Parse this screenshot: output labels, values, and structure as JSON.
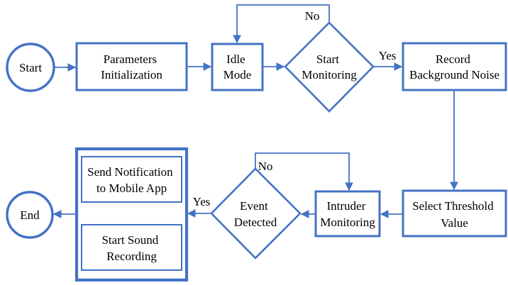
{
  "flowchart": {
    "colors": {
      "accent": "#4472C4",
      "text": "#000000",
      "background": "#ffffff"
    },
    "nodes": {
      "start": {
        "type": "terminator",
        "label": "Start"
      },
      "params_init": {
        "type": "process",
        "line1": "Parameters",
        "line2": "Initialization"
      },
      "idle_mode": {
        "type": "process",
        "line1": "Idle",
        "line2": "Mode"
      },
      "start_monitoring": {
        "type": "decision",
        "line1": "Start",
        "line2": "Monitoring"
      },
      "record_noise": {
        "type": "process",
        "line1": "Record",
        "line2": "Background Noise"
      },
      "select_threshold": {
        "type": "process",
        "line1": "Select Threshold",
        "line2": "Value"
      },
      "intruder_monitoring": {
        "type": "process",
        "line1": "Intruder",
        "line2": "Monitoring"
      },
      "event_detected": {
        "type": "decision",
        "line1": "Event",
        "line2": "Detected"
      },
      "send_notification": {
        "type": "process",
        "line1": "Send Notification",
        "line2": "to Mobile App"
      },
      "start_sound_recording": {
        "type": "process",
        "line1": "Start Sound",
        "line2": "Recording"
      },
      "end": {
        "type": "terminator",
        "label": "End"
      }
    },
    "edge_labels": {
      "start_monitoring_no": "No",
      "start_monitoring_yes": "Yes",
      "event_detected_no": "No",
      "event_detected_yes": "Yes"
    }
  }
}
